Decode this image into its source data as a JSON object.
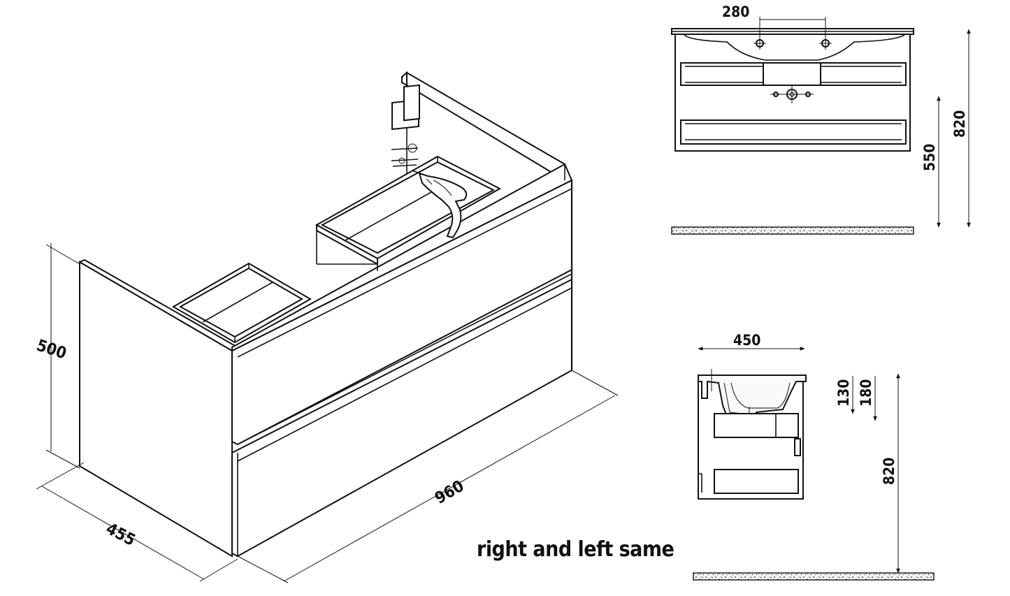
{
  "isometric_view": {
    "height_label": "500",
    "depth_label": "455",
    "width_label": "960"
  },
  "front_view": {
    "tap_spacing_label": "280",
    "cabinet_height_label": "550",
    "total_height_label": "820"
  },
  "side_view": {
    "basin_depth_label": "450",
    "bowl_depth_label": "130",
    "top_thickness_label": "180",
    "total_height_label": "820"
  },
  "note": "right and left same"
}
